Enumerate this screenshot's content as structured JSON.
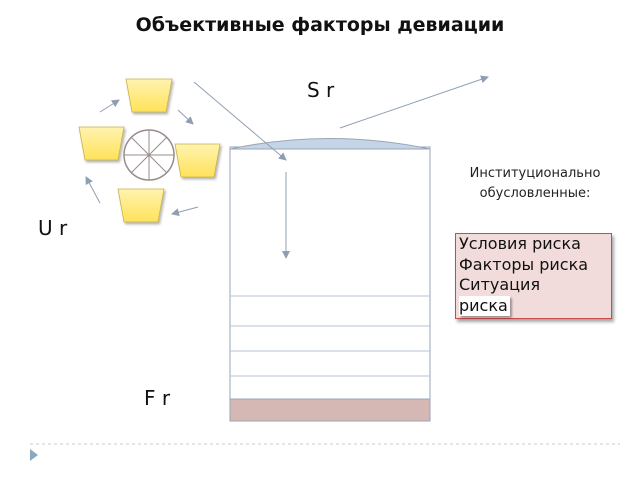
{
  "title": "Объективные факторы девиации",
  "labels": {
    "s": "S r",
    "u": "U r",
    "f": "F r"
  },
  "institutional": {
    "line1": "Институционально",
    "line2": "обусловленные:"
  },
  "risk_box": {
    "items": [
      "Условия риска",
      "Факторы риска",
      "Ситуация",
      "риска"
    ]
  },
  "colors": {
    "trapezoid_fill": "#ffe87c",
    "cylinder_top": "#c5d5e8",
    "cylinder_base": "#d5b8b4",
    "risk_box_fill": "#f2dcdb",
    "risk_box_border": "#c84b4b",
    "divider": "#b7c3d4",
    "bullet": "#8aa9c0"
  }
}
